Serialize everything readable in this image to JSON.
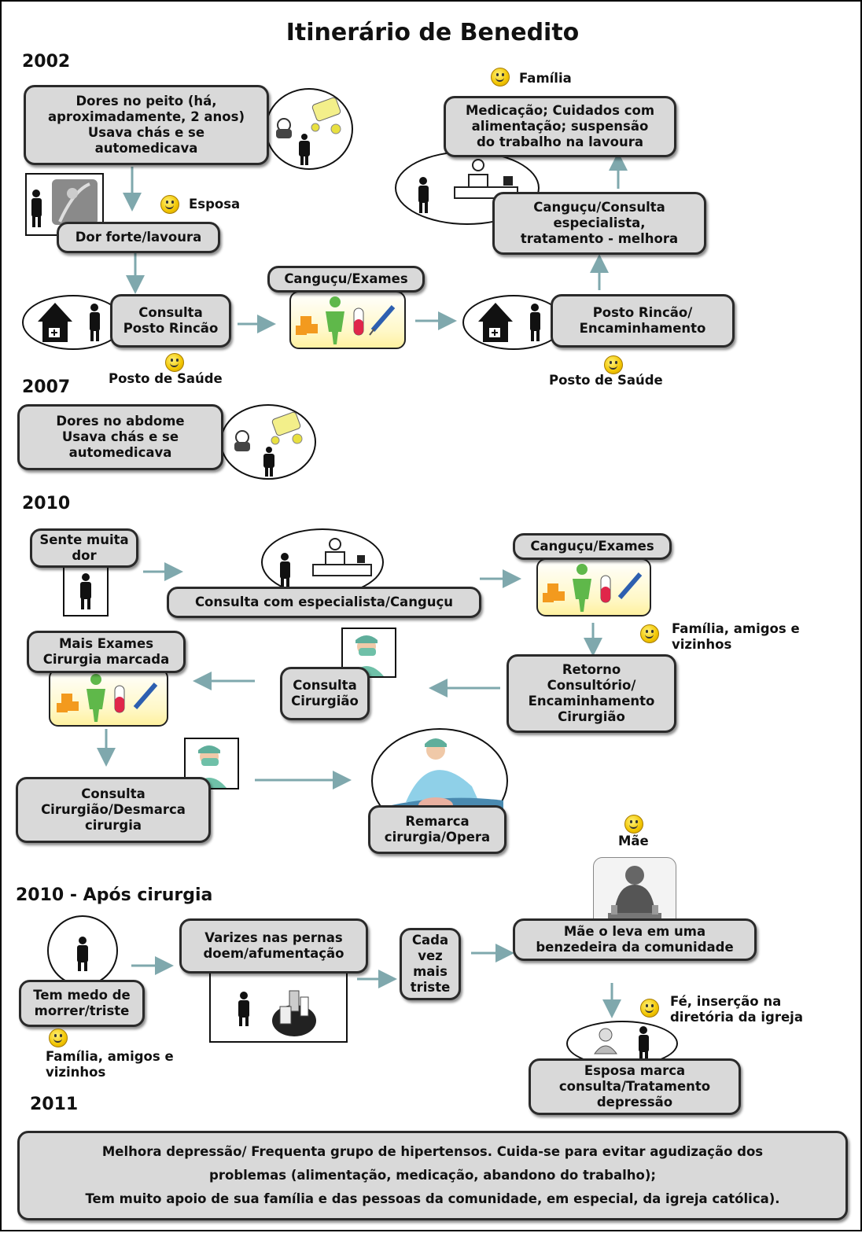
{
  "title": "Itinerário de Benedito",
  "years": {
    "y2002": "2002",
    "y2007": "2007",
    "y2010": "2010",
    "y2010b": "2010 - Após cirurgia",
    "y2011": "2011"
  },
  "boxes": {
    "b1": "Dores no peito (há,\naproximadamente, 2 anos)\nUsava chás e se\nautomedicava",
    "b2": "Dor forte/lavoura",
    "b3": "Consulta\nPosto Rincão",
    "b4": "Canguçu/Exames",
    "b5": "Posto Rincão/\nEncaminhamento",
    "b6": "Canguçu/Consulta\nespecialista,\ntratamento - melhora",
    "b7": "Medicação; Cuidados com\nalimentação; suspensão\ndo trabalho na lavoura",
    "b8": "Dores no abdome\nUsava chás e se\nautomedicava",
    "b9": "Sente muita\ndor",
    "b10": "Consulta com especialista/Canguçu",
    "b11": "Canguçu/Exames",
    "b12": "Retorno\nConsultório/\nEncaminhamento\nCirurgião",
    "b13": "Consulta\nCirurgião",
    "b14": "Mais Exames\nCirurgia marcada",
    "b15": "Consulta\nCirurgião/Desmarca\ncirurgia",
    "b16": "Remarca\ncirurgia/Opera",
    "b17": "Tem medo de\nmorrer/triste",
    "b18": "Varizes nas pernas\ndoem/afumentação",
    "b19": "Cada\nvez\nmais\ntriste",
    "b20": "Mãe o leva em uma\nbenzedeira da comunidade",
    "b21": "Esposa marca\nconsulta/Tratamento\ndepressão",
    "b22": "Melhora depressão/ Frequenta grupo de hipertensos. Cuida-se para evitar agudização dos\nproblemas (alimentação, medicação, abandono do trabalho);\nTem muito apoio de sua família e das pessoas da comunidade, em especial, da igreja católica)."
  },
  "labels": {
    "familia": "Família",
    "esposa": "Esposa",
    "posto1": "Posto de Saúde",
    "posto2": "Posto de Saúde",
    "familia_amigos1": "Família, amigos e\n vizinhos",
    "mae": "Mãe",
    "fe": "Fé, inserção na\ndiretória da igreja",
    "familia_amigos2": "Família, amigos e\n vizinhos"
  },
  "colors": {
    "arrow": "#7fa8ad",
    "box": "#d9d9d9",
    "border": "#2a2a2a"
  }
}
